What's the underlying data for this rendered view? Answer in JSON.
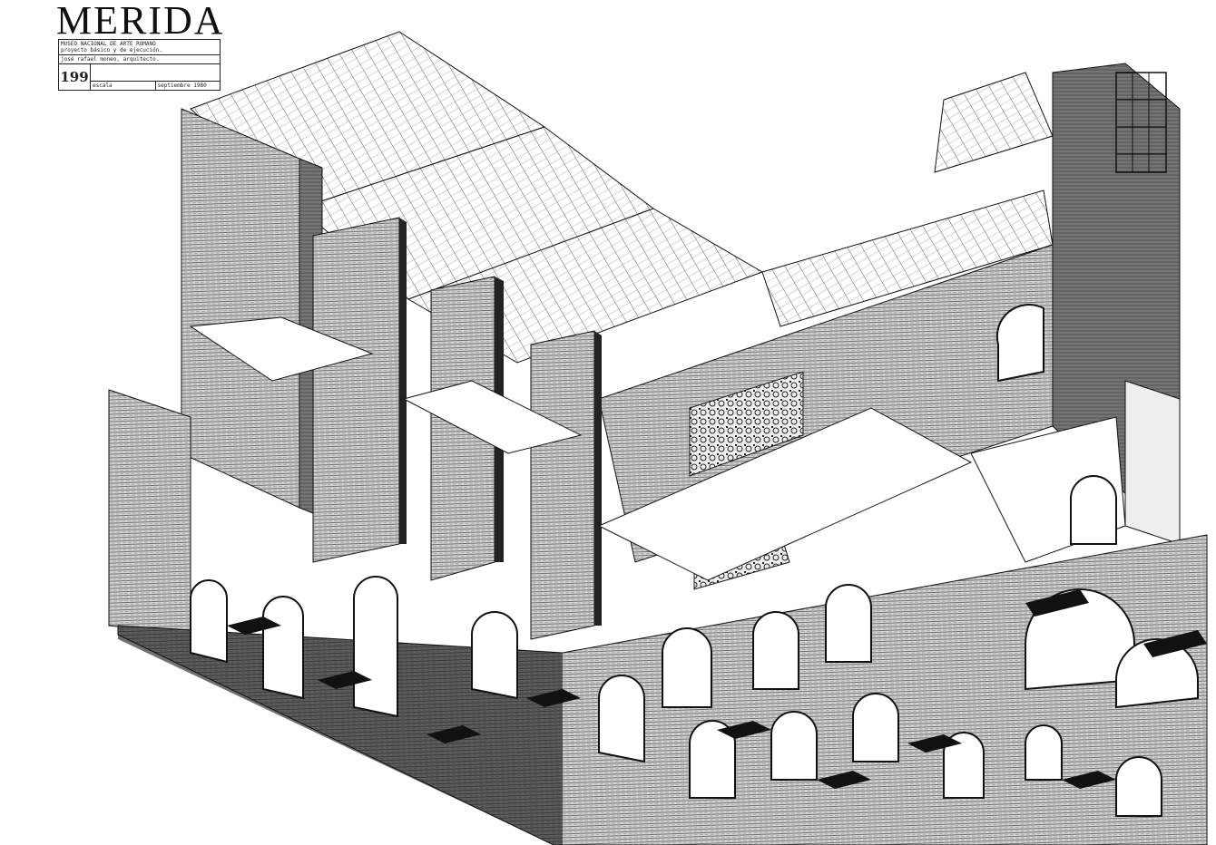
{
  "title": "MERIDA",
  "title_block": {
    "line1": "MUSEO  NACIONAL  DE  ARTE  ROMANO",
    "line2": "proyecto básico y de ejecución.",
    "architect": "josé rafael moneo, arquitecto.",
    "sheet_number": "199",
    "scale_label": "escala",
    "date": "septiembre 1980"
  }
}
